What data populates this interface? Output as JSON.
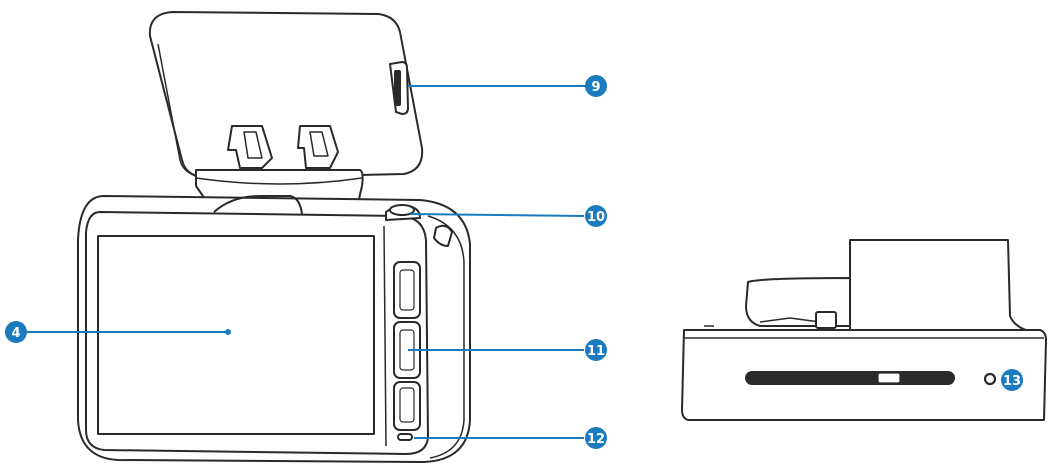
{
  "diagram": {
    "accent_color": "#1b7bbf",
    "outline_color": "#2a2a2a",
    "callouts": [
      {
        "label": "9",
        "target": "mount-side-port"
      },
      {
        "label": "10",
        "target": "top-button"
      },
      {
        "label": "4",
        "target": "screen"
      },
      {
        "label": "11",
        "target": "side-buttons"
      },
      {
        "label": "12",
        "target": "indicator-light"
      },
      {
        "label": "13",
        "target": "bottom-reset-hole"
      }
    ]
  }
}
